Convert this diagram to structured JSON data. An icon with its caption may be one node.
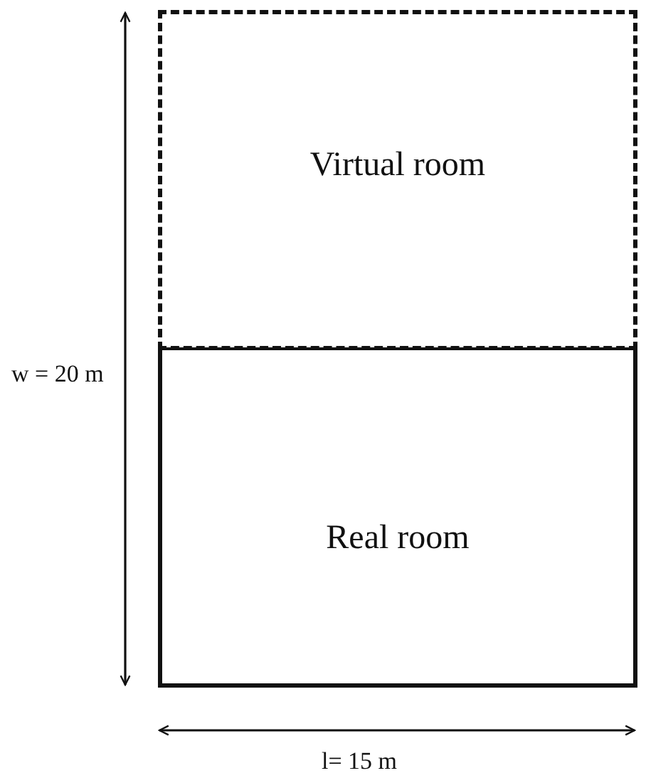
{
  "diagram": {
    "nodes": [
      {
        "text": [
          "Virtual room"
        ]
      },
      {
        "text": [
          "Real room"
        ]
      }
    ],
    "labels": [
      "w = 20 m",
      "l= 15 m"
    ]
  }
}
